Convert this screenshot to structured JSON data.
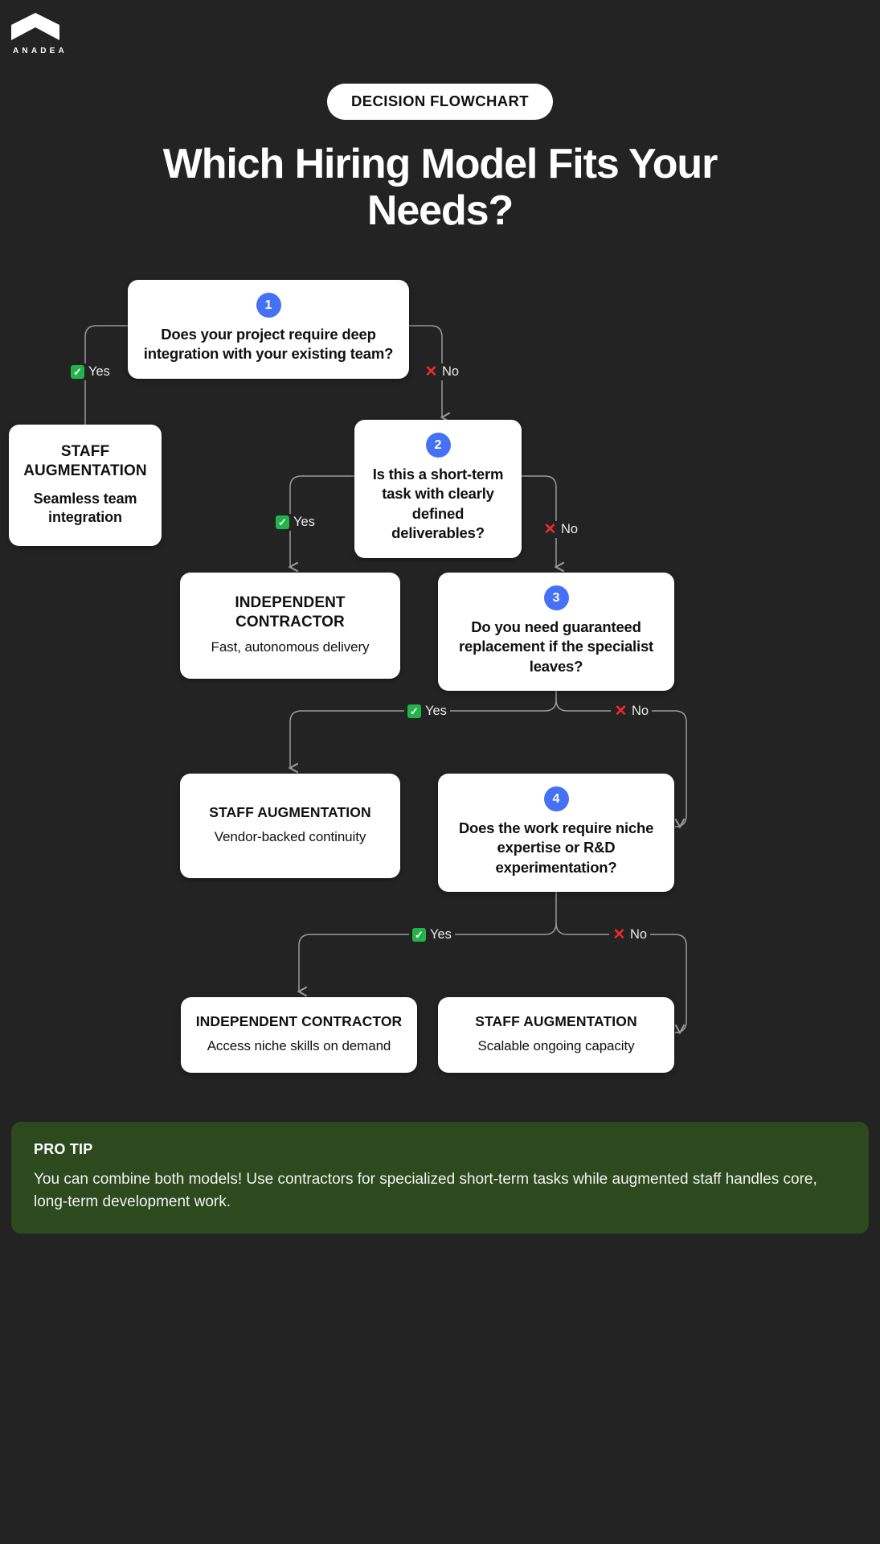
{
  "brand": {
    "name": "ANADEA",
    "logo_icon": "chevron-logo-icon"
  },
  "header": {
    "badge": "DECISION FLOWCHART",
    "title": "Which Hiring Model Fits Your Needs?"
  },
  "theme": {
    "background": "#232323",
    "card_bg": "#ffffff",
    "accent_blue": "#4571f5",
    "yes_green": "#22b34a",
    "no_red": "#ee2b2b",
    "protip_bg": "#2d4a1f",
    "wire": "#9a9a9a"
  },
  "labels": {
    "yes": "Yes",
    "no": "No",
    "yes_icon": "check-mark-icon",
    "no_icon": "cross-mark-icon"
  },
  "nodes": {
    "q1": {
      "step": "1",
      "text": "Does your project require deep integration with your existing team?"
    },
    "q2": {
      "step": "2",
      "text": "Is this a short-term task with clearly defined deliverables?"
    },
    "q3": {
      "step": "3",
      "text": "Do you need guaranteed replacement if the specialist leaves?"
    },
    "q4": {
      "step": "4",
      "text": "Does the work require niche expertise or R&D experimentation?"
    },
    "o1": {
      "title": "STAFF AUGMENTATION",
      "desc": "Seamless team integration"
    },
    "o2": {
      "title": "INDEPENDENT CONTRACTOR",
      "desc": "Fast, autonomous delivery"
    },
    "o3": {
      "title": "STAFF AUGMENTATION",
      "desc": "Vendor-backed continuity"
    },
    "o4": {
      "title": "INDEPENDENT CONTRACTOR",
      "desc": "Access niche skills on demand"
    },
    "o5": {
      "title": "STAFF AUGMENTATION",
      "desc": "Scalable ongoing capacity"
    }
  },
  "protip": {
    "title": "PRO TIP",
    "body": "You can combine both models! Use contractors for specialized short-term tasks while augmented staff handles core, long-term development work."
  }
}
